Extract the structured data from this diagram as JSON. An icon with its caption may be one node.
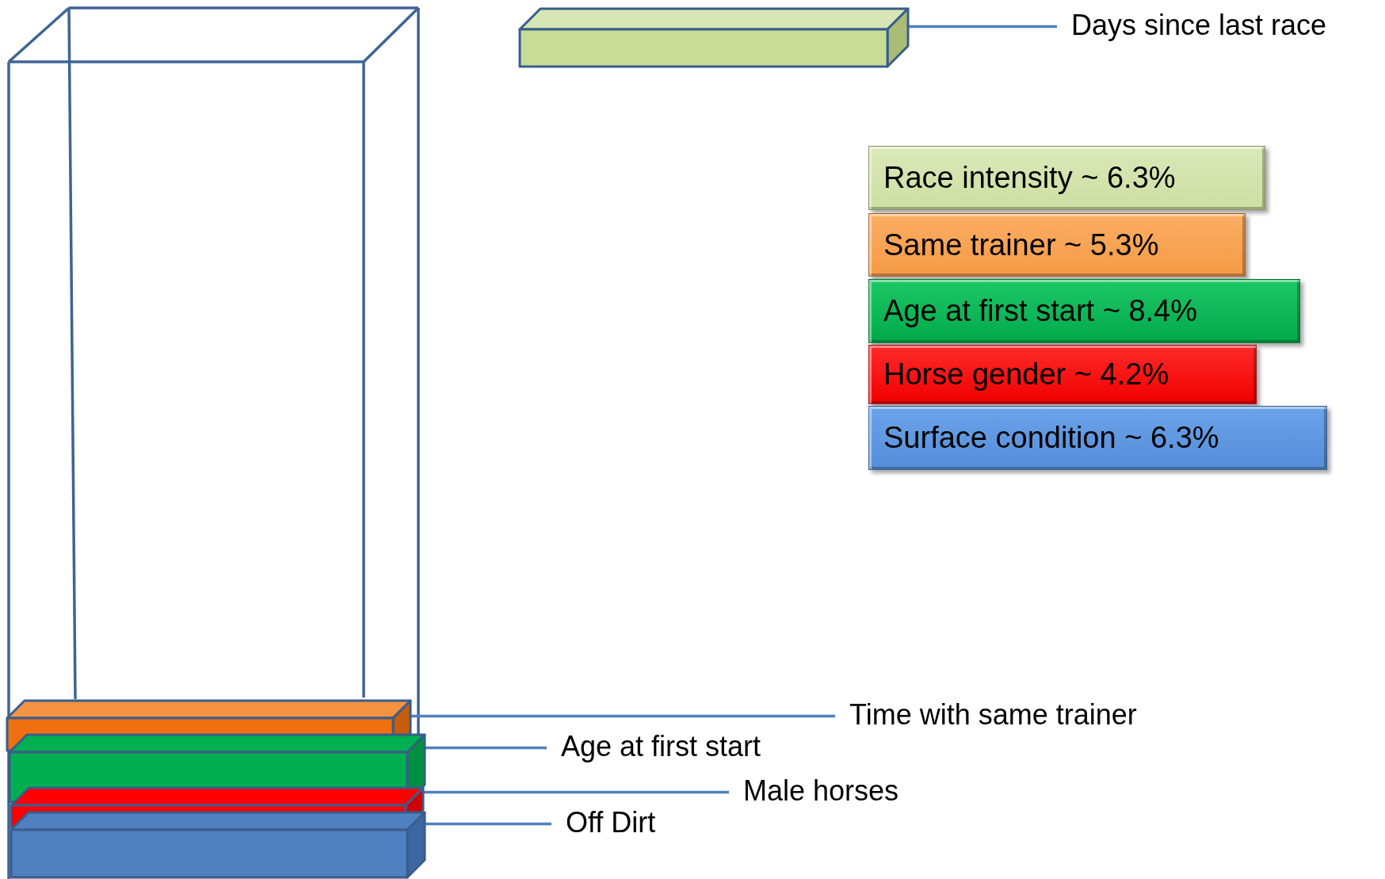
{
  "diagram": {
    "nodes": [
      {
        "text": [],
        "shape": "bar"
      },
      {
        "text": [
          "Days since last race"
        ]
      },
      {
        "text": [
          "Race intensity ~ 6.3%"
        ]
      },
      {
        "text": [
          "Same trainer ~ 5.3%"
        ]
      },
      {
        "text": [
          "Age at first start ~ 8.4%"
        ]
      },
      {
        "text": [
          "Horse gender ~ 4.2%"
        ]
      },
      {
        "text": [
          "Surface condition ~ 6.3%"
        ]
      },
      {
        "text": [],
        "shape": "bar"
      },
      {
        "text": [
          "Time with same trainer"
        ]
      },
      {
        "text": [],
        "shape": "bar"
      },
      {
        "text": [
          "Age at first start"
        ]
      },
      {
        "text": [],
        "shape": "bar"
      },
      {
        "text": [
          "Male horses"
        ]
      },
      {
        "text": [],
        "shape": "bar"
      },
      {
        "text": [
          "Off Dirt"
        ]
      }
    ],
    "edges": [
      {
        "from": 0,
        "to": 1,
        "arrow": "none"
      },
      {
        "from": 7,
        "to": 8,
        "arrow": "none"
      },
      {
        "from": 9,
        "to": 10,
        "arrow": "none"
      },
      {
        "from": 11,
        "to": 12,
        "arrow": "none"
      },
      {
        "from": 13,
        "to": 14,
        "arrow": "none"
      }
    ]
  }
}
